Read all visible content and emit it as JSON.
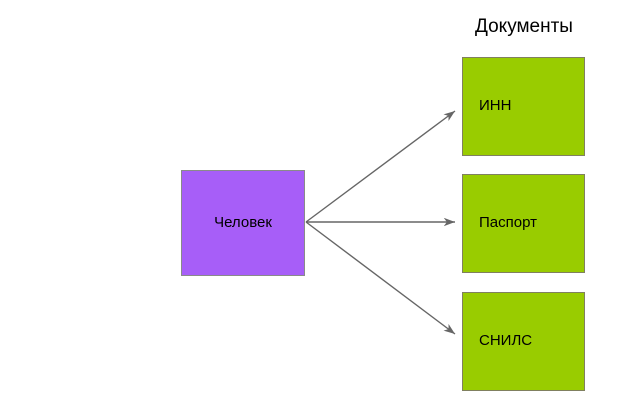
{
  "diagram": {
    "title_right_group": "Документы",
    "nodes": {
      "person": {
        "label": "Человек",
        "fill": "#a75ef8",
        "border": "#8a8a8a"
      },
      "documents": [
        {
          "label": "ИНН",
          "fill": "#99cc00",
          "border": "#808060"
        },
        {
          "label": "Паспорт",
          "fill": "#99cc00",
          "border": "#808060"
        },
        {
          "label": "СНИЛС",
          "fill": "#99cc00",
          "border": "#808060"
        }
      ]
    },
    "edges": [
      {
        "from": "Человек",
        "to": "ИНН",
        "color": "#666666",
        "arrow": "single"
      },
      {
        "from": "Человек",
        "to": "Паспорт",
        "color": "#666666",
        "arrow": "single"
      },
      {
        "from": "Человек",
        "to": "СНИЛС",
        "color": "#666666",
        "arrow": "single"
      }
    ],
    "background": "#ffffff",
    "text_color": "#000000"
  }
}
